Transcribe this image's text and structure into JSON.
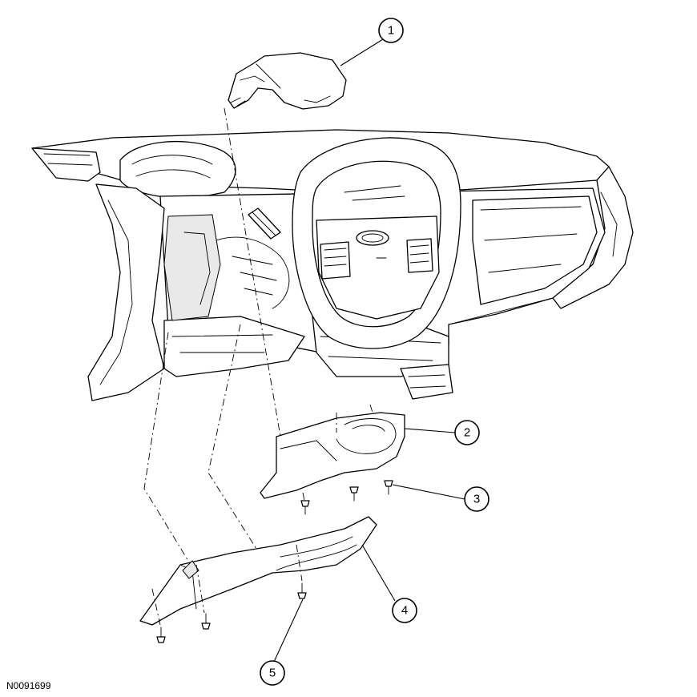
{
  "figure": {
    "id_label": "N0091699"
  },
  "callouts": [
    {
      "number": "1"
    },
    {
      "number": "2"
    },
    {
      "number": "3"
    },
    {
      "number": "4"
    },
    {
      "number": "5"
    }
  ],
  "colors": {
    "line": "#000000",
    "background": "#ffffff",
    "shade": "#e9e9e9"
  }
}
